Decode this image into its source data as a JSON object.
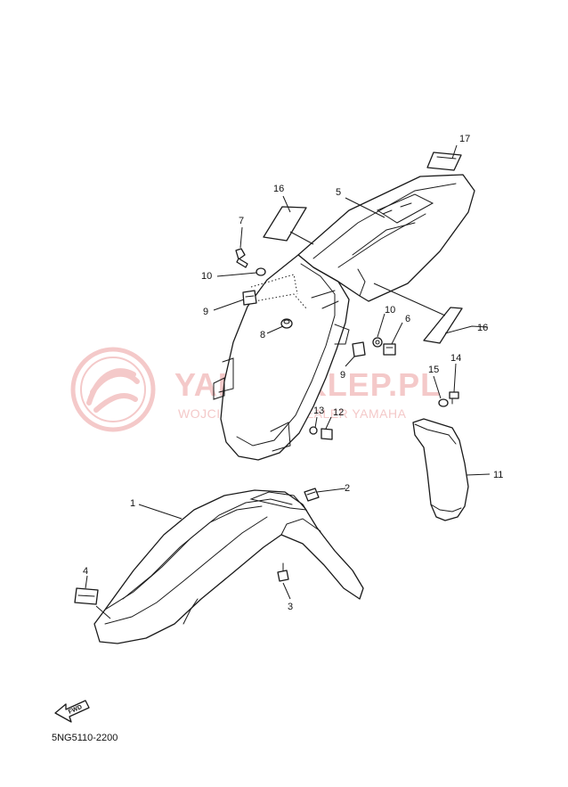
{
  "watermark": {
    "title": "YAMA-SKLEP.PL",
    "subtitle": "WOJCIECHOWSKI DEALER YAMAHA",
    "color": "#f4c9c9"
  },
  "callouts": {
    "c1": "1",
    "c2": "2",
    "c3": "3",
    "c4": "4",
    "c5": "5",
    "c6": "6",
    "c7": "7",
    "c8": "8",
    "c9a": "9",
    "c9b": "9",
    "c10a": "10",
    "c10b": "10",
    "c11": "11",
    "c12": "12",
    "c13": "13",
    "c14": "14",
    "c15": "15",
    "c16a": "16",
    "c16b": "16",
    "c17": "17"
  },
  "fwd_label": "FWD",
  "diagram_code": "5NG5110-2200",
  "icons": {
    "fwd": "forward-arrow-icon",
    "watermark_logo": "yamaha-tuning-fork-logo"
  }
}
